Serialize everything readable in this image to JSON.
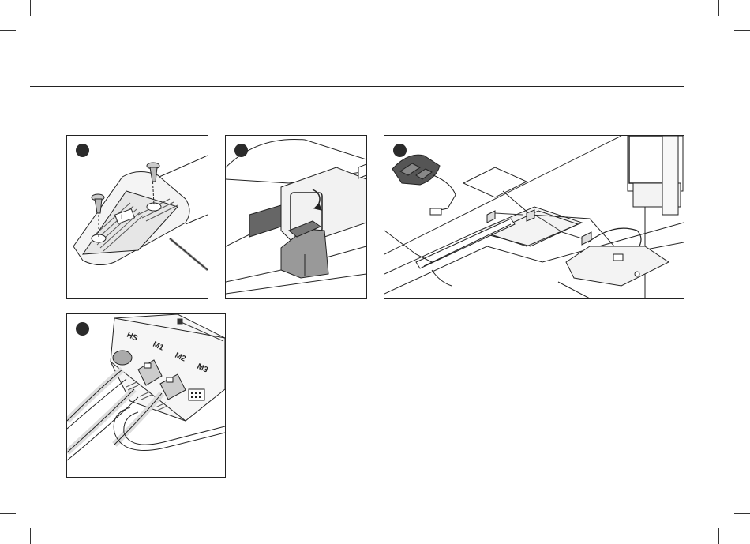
{
  "page": {
    "background": "#ffffff",
    "line_color": "#222222"
  },
  "panels": [
    {
      "step_badge": "",
      "icon": "screw-mounting-illustration"
    },
    {
      "step_badge": "",
      "icon": "clip-fastener-illustration"
    },
    {
      "step_badge": "",
      "icon": "desk-frame-cabling-illustration"
    },
    {
      "step_badge": "",
      "icon": "control-box-ports-illustration",
      "ports": {
        "hs": "HS",
        "m1": "M1",
        "m2": "M2",
        "m3": "M3"
      }
    }
  ]
}
